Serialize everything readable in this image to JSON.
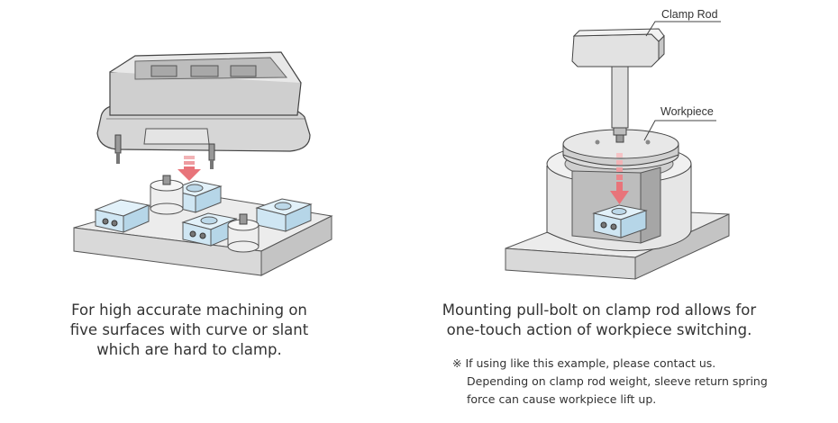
{
  "left": {
    "caption_lines": [
      "For high accurate machining on",
      "five surfaces with curve or slant",
      "which are hard to clamp."
    ]
  },
  "right": {
    "callouts": {
      "clamp_rod": "Clamp Rod",
      "workpiece": "Workpiece"
    },
    "caption_lines": [
      "Mounting pull-bolt on clamp rod allows for",
      "one-touch action of workpiece switching."
    ],
    "note_lines": [
      "※ If using like this example, please contact us.",
      "Depending on clamp rod weight, sleeve return spring",
      "force can cause workpiece lift up."
    ]
  },
  "colors": {
    "block_blue": "#cfe6f3",
    "arrow_red": "#e8747a",
    "metal_gray": "#d2d2d2",
    "base_gray": "#e6e6e6"
  }
}
